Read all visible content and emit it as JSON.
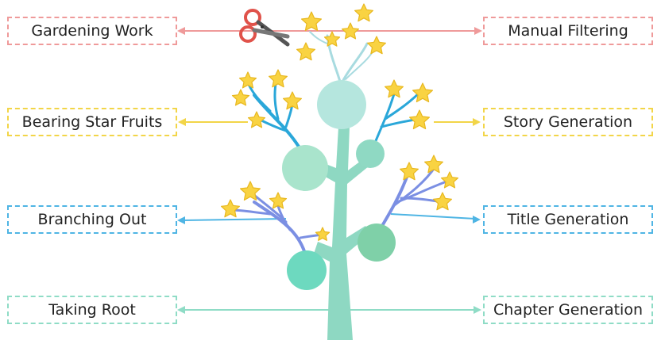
{
  "labels": {
    "left": [
      "Gardening Work",
      "Bearing Star Fruits",
      "Branching Out",
      "Taking Root"
    ],
    "right": [
      "Manual Filtering",
      "Story Generation",
      "Title Generation",
      "Chapter Generation"
    ]
  },
  "colors": {
    "stage1": "#ef9a9a",
    "stage2": "#f2d548",
    "stage3": "#4fb5e4",
    "stage4": "#8fdcc6",
    "trunk": "#8ed8c2",
    "star": "#f9d342",
    "scissors": "#e0524a"
  },
  "icons": [
    "scissors-icon",
    "star-icon"
  ]
}
